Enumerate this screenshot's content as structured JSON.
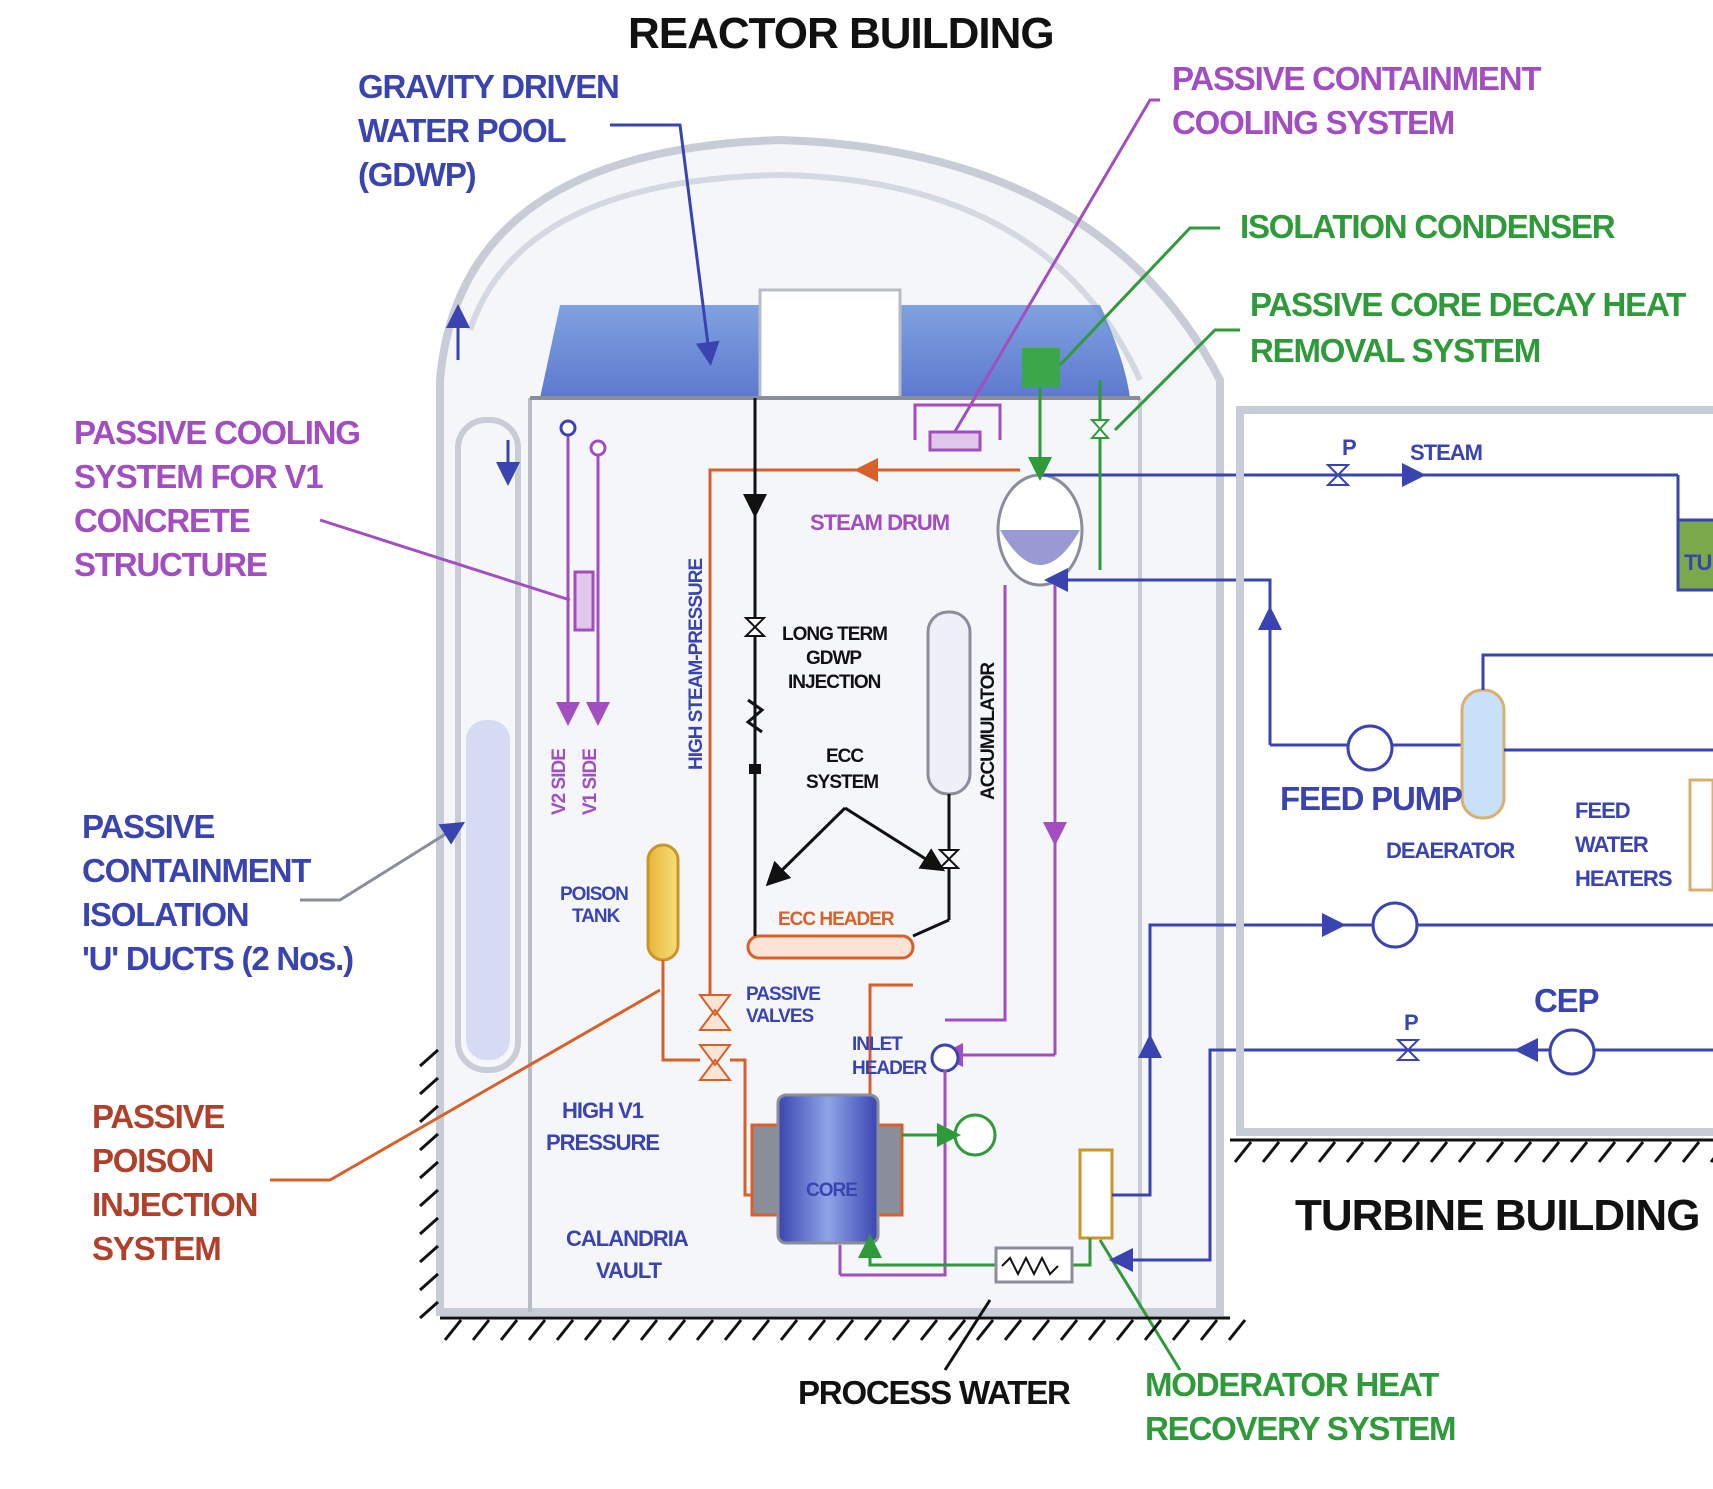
{
  "title_reactor": "REACTOR BUILDING",
  "title_turbine": "TURBINE BUILDING",
  "colors": {
    "blue": "#3a44b0",
    "purple": "#a24ec0",
    "green": "#2f9a3a",
    "orange": "#d8602a",
    "black": "#111111"
  },
  "labels": {
    "gdwp": [
      "GRAVITY DRIVEN",
      "WATER POOL",
      "(GDWP)"
    ],
    "pccs": [
      "PASSIVE CONTAINMENT",
      "COOLING SYSTEM"
    ],
    "iso_condenser": "ISOLATION CONDENSER",
    "decay_heat": [
      "PASSIVE CORE DECAY HEAT",
      "REMOVAL SYSTEM"
    ],
    "v1_concrete": [
      "PASSIVE COOLING",
      "SYSTEM FOR V1",
      "CONCRETE",
      "STRUCTURE"
    ],
    "u_ducts": [
      "PASSIVE",
      "CONTAINMENT",
      "ISOLATION",
      "'U' DUCTS (2 Nos.)"
    ],
    "poison": [
      "PASSIVE",
      "POISON",
      "INJECTION",
      "SYSTEM"
    ],
    "process_water": "PROCESS WATER",
    "moderator": [
      "MODERATOR HEAT",
      "RECOVERY SYSTEM"
    ],
    "steam": "STEAM",
    "steam_drum": "STEAM DRUM",
    "long_term": [
      "LONG TERM",
      "GDWP",
      "INJECTION"
    ],
    "ecc_system": [
      "ECC",
      "SYSTEM"
    ],
    "accumulator": "ACCUMULATOR",
    "high_steam_pressure": "HIGH STEAM-PRESSURE",
    "v2_side": "V2 SIDE",
    "v1_side": "V1 SIDE",
    "poison_tank": [
      "POISON",
      "TANK"
    ],
    "ecc_header": "ECC HEADER",
    "passive_valves": [
      "PASSIVE",
      "VALVES"
    ],
    "inlet_header": [
      "INLET",
      "HEADER"
    ],
    "high_v1": [
      "HIGH V1",
      "PRESSURE"
    ],
    "core": "CORE",
    "calandria": [
      "CALANDRIA",
      "VAULT"
    ],
    "feed_pump": "FEED PUMP",
    "deaerator": "DEAERATOR",
    "fwh": [
      "FEED",
      "WATER",
      "HEATERS"
    ],
    "cep": "CEP",
    "tu": "TU",
    "p1": "P",
    "p2": "P"
  }
}
